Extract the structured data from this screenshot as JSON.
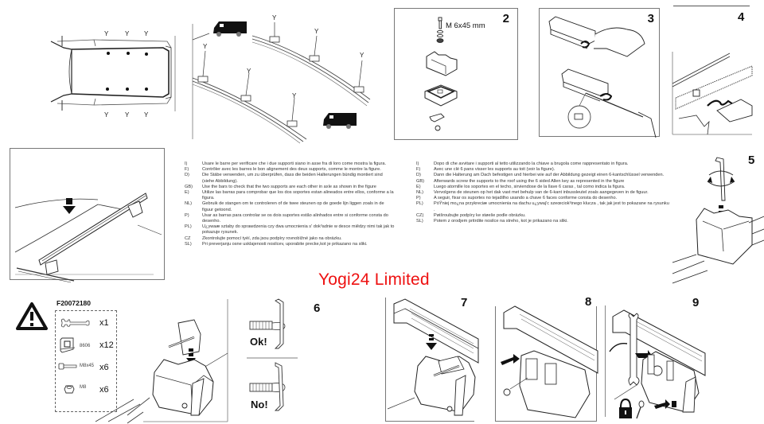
{
  "document": {
    "type": "roof-rack installation instructions"
  },
  "figure_top_left": {
    "markers_top": [
      "Y",
      "Y",
      "Y"
    ],
    "markers_bottom": [
      "Y",
      "Y",
      "Y"
    ]
  },
  "figure_top_rails": {
    "markers": [
      "Y",
      "Y",
      "Y",
      "Y",
      "Y",
      "Y"
    ]
  },
  "steps": {
    "step2": {
      "number": "2",
      "bolt_label": "M 6x45 mm"
    },
    "step3": {
      "number": "3"
    },
    "step4": {
      "number": "4"
    },
    "step5": {
      "number": "5"
    },
    "step6": {
      "number": "6",
      "ok_label": "Ok!",
      "no_label": "No!"
    },
    "step7": {
      "number": "7"
    },
    "step8": {
      "number": "8"
    },
    "step9": {
      "number": "9"
    }
  },
  "instructions_left": [
    {
      "code": "I)",
      "text": "Usare le barre per verificare che i due supporti siano in asse fra di loro come mostra la figura."
    },
    {
      "code": "F)",
      "text": "Contrôler avec les barres le bon alignement des deux supports, comme le montre la figure."
    },
    {
      "code": "D)",
      "text": "Die Stäbe verwenden, um zu überprüfen, dass die beiden Halterungen bündig montiert sind (siehe Abbildung)."
    },
    {
      "code": "GB)",
      "text": "Use the bars to check that the two supports are each other  in axle as shown in the figure"
    },
    {
      "code": "E)",
      "text": "Utilize las barras para comprobar que los dos soportes estan alineados entre ellos, conforme a la figura."
    },
    {
      "code": "NL)",
      "text": "Gebruik de stangen om te controleren of de twee steunen op de goede lijn liggen zoals in de figuur getoond."
    },
    {
      "code": "P)",
      "text": "Usar as barras para controlar se os dois suportes estão alinhados entre si conforme consta do desenho."
    },
    {
      "code": "PL)",
      "text": "U¿ywaæ sztaby do sprawdzenia czy dwa umocnienia s' dok³adnie w desce miêdzy nimi tak jak to pokazuje rysunek."
    },
    {
      "code": "CZ",
      "text": "Zkontrolujte pomocí tyèí, zda jsou podpìry rovnobìžné jako na obrázku."
    },
    {
      "code": "SL)",
      "text": "Pri preverjanju osne usklajenosti nosilcev, uporabite precke,kot je prikazano na sliki."
    }
  ],
  "instructions_right": [
    {
      "code": "I)",
      "text": "Dopo di che avvitare i supporti al tetto utilizzando la chiave a brugola come rappresentato in figura."
    },
    {
      "code": "F)",
      "text": "Avec une clé 6 pans visser les supports au toit (voir la figure)."
    },
    {
      "code": "D)",
      "text": "Dann die Halterung am Dach befestigen und hierbei wie auf der Abbildung gezeigt einen 6-kantschlüssel verwenden."
    },
    {
      "code": "GB)",
      "text": "Afterwards screw the supports to the roof using the 6 sided Allen key as represented in the figure"
    },
    {
      "code": "E)",
      "text": "Luego atornille los soportes en el techo, sirviendose de la llave 6 caras , tal como indica la figura."
    },
    {
      "code": "NL)",
      "text": "Vervolgens de steunen op het dak vast met behulp van de 6-kant  inbussleutel zoals aangegeven in de figuur."
    },
    {
      "code": "P)",
      "text": "A seguir, fixar os suportes no tejadilho usando a chave 6 faces  conforme consta do desenho."
    },
    {
      "code": "PL)",
      "text": "PóŸniej mo¿na przykreciæ umocnienia na dachu u¿ywaj'c szeœciok¹tnego klucza , tak jak jest to pokazane na rysunku ."
    },
    {
      "code": "CZ)",
      "text": "Pøišroubujte podpìry ke støeše podle obrázku."
    },
    {
      "code": "SL)",
      "text": "Potem z orodjem pritrdite nosilce na streho, kot je prikazano na sliki."
    }
  ],
  "kit": {
    "part_number": "F20072180",
    "items": [
      {
        "icon": "wrench-icon",
        "code": "",
        "qty": "x1"
      },
      {
        "icon": "clip-icon",
        "code": "8606",
        "qty": "x12"
      },
      {
        "icon": "bolt-icon",
        "code": "M8x45",
        "qty": "x6"
      },
      {
        "icon": "nut-icon",
        "code": "M8",
        "qty": "x6"
      }
    ]
  },
  "watermark": {
    "text": "Yogi24 Limited",
    "color": "#ee1111"
  }
}
